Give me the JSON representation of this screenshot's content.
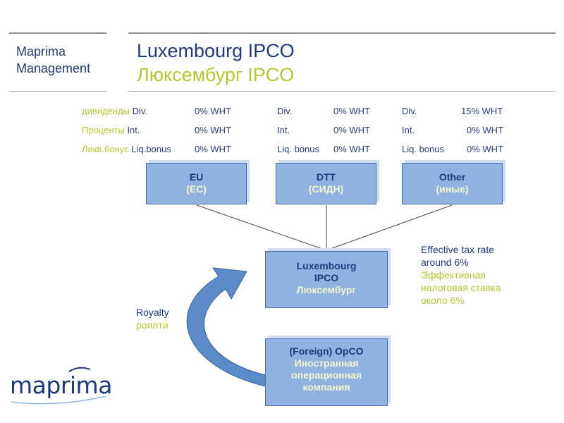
{
  "brand": {
    "line1": "Maprima",
    "line2": "Management"
  },
  "title": {
    "en": "Luxembourg IPCO",
    "ru": "Люксембург IPCO"
  },
  "rates": {
    "eu": [
      {
        "ru": "дивиденды",
        "label": "Div.",
        "value": "0% WHT"
      },
      {
        "ru": "Проценты",
        "label": "Int.",
        "value": "0% WHT"
      },
      {
        "ru": "Ликв.бонус",
        "label": "Liq.bonus",
        "value": "0% WHT"
      }
    ],
    "dtt": [
      {
        "label": "Div.",
        "value": "0% WHT"
      },
      {
        "label": "Int.",
        "value": "0% WHT"
      },
      {
        "label": "Liq. bonus",
        "value": "0% WHT"
      }
    ],
    "other": [
      {
        "label": "Div.",
        "value": "15% WHT"
      },
      {
        "label": "Int.",
        "value": "0% WHT"
      },
      {
        "label": "Liq. bonus",
        "value": "0% WHT"
      }
    ]
  },
  "boxes": {
    "eu": {
      "en": "EU",
      "ru": "(ЕС)"
    },
    "dtt": {
      "en": "DTT",
      "ru": "(СИДН)"
    },
    "other": {
      "en": "Other",
      "ru": "(иные)"
    },
    "ipco": {
      "en1": "Luxembourg",
      "en2": "IPCO",
      "ru": "Люксембург"
    },
    "opco": {
      "en": "(Foreign) OpCO",
      "ru1": "Иностранная",
      "ru2": "операционная",
      "ru3": "компания"
    }
  },
  "royalty": {
    "en": "Royalty",
    "ru": "роялти"
  },
  "effective": {
    "en1": "Effective tax rate",
    "en2": "around 6%",
    "ru1": "Эффективная",
    "ru2": "налоговая ставка",
    "ru3": "около 6%"
  },
  "logo": {
    "text": "maprima"
  },
  "colors": {
    "navy": "#1f3a7a",
    "olive": "#b7c432",
    "box": "#8fb2e0"
  }
}
